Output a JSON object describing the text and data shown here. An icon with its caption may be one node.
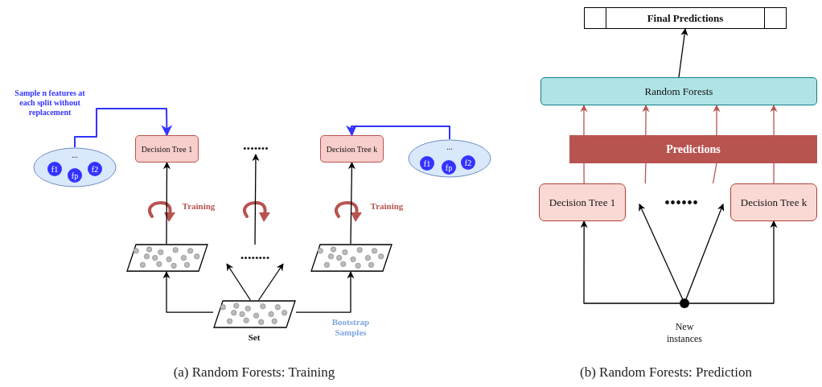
{
  "diagram": {
    "nodes": [
      {
        "text": [
          "..."
        ]
      },
      {
        "text": [
          "f1"
        ],
        "in": 0
      },
      {
        "text": [
          "fp"
        ],
        "in": 0
      },
      {
        "text": [
          "f2"
        ],
        "in": 0
      },
      {
        "text": [
          "Decision Tree 1"
        ]
      },
      {
        "text": [
          "•••••••"
        ]
      },
      {
        "text": [
          "Decision Tree k"
        ]
      },
      {
        "text": [
          "..."
        ]
      },
      {
        "text": [
          "f1"
        ],
        "in": 7
      },
      {
        "text": [
          "fp"
        ],
        "in": 7
      },
      {
        "text": [
          "f2"
        ],
        "in": 7
      },
      {
        "text": [],
        "shape": "parallelogram"
      },
      {
        "text": [
          "••••••••"
        ]
      },
      {
        "text": [],
        "shape": "parallelogram"
      },
      {
        "text": [],
        "shape": "parallelogram",
        "beside": [
          "Set"
        ]
      },
      {
        "text": [
          "Final Predictions"
        ]
      },
      {
        "text": [
          "Random Forests"
        ]
      },
      {
        "text": [
          "Predictions"
        ]
      },
      {
        "text": [
          "Decision Tree 1"
        ]
      },
      {
        "text": [
          "••••••"
        ]
      },
      {
        "text": [
          "Decision Tree k"
        ]
      },
      {
        "text": [],
        "shape": "circle",
        "beside": [
          "New instances"
        ]
      }
    ],
    "edges": [
      {
        "from": 0,
        "to": 4,
        "arrow": "to",
        "label": "Sample n features at each split without replacement",
        "color": "#3333ff"
      },
      {
        "from": 7,
        "to": 6,
        "arrow": "to",
        "color": "#3333ff"
      },
      {
        "from": 11,
        "to": 4,
        "arrow": "to"
      },
      {
        "from": 12,
        "to": 5,
        "arrow": "to"
      },
      {
        "from": 13,
        "to": 6,
        "arrow": "to"
      },
      {
        "from": 14,
        "to": 11,
        "arrow": "to"
      },
      {
        "from": 14,
        "to": 13,
        "arrow": "to"
      },
      {
        "from": 14,
        "to": 12,
        "arrow": "to"
      },
      {
        "from": 14,
        "to": 12,
        "arrow": "to"
      },
      {
        "from": 16,
        "to": 15,
        "arrow": "to"
      },
      {
        "from": 18,
        "to": 17,
        "arrow": "none",
        "color": "#b85450"
      },
      {
        "from": 19,
        "to": 17,
        "arrow": "none",
        "color": "#b85450"
      },
      {
        "from": 19,
        "to": 17,
        "arrow": "none",
        "color": "#b85450"
      },
      {
        "from": 20,
        "to": 17,
        "arrow": "none",
        "color": "#b85450"
      },
      {
        "from": 17,
        "to": 16,
        "arrow": "to",
        "color": "#b85450"
      },
      {
        "from": 17,
        "to": 16,
        "arrow": "to",
        "color": "#b85450"
      },
      {
        "from": 17,
        "to": 16,
        "arrow": "to",
        "color": "#b85450"
      },
      {
        "from": 17,
        "to": 16,
        "arrow": "to",
        "color": "#b85450"
      },
      {
        "from": 21,
        "to": 18,
        "arrow": "to"
      },
      {
        "from": 21,
        "to": 19,
        "arrow": "to"
      },
      {
        "from": 21,
        "to": 19,
        "arrow": "to"
      },
      {
        "from": 21,
        "to": 20,
        "arrow": "to"
      }
    ],
    "labels": [
      "Training",
      "Training",
      "Bootstrap Samples",
      "(a) Random Forests: Training",
      "(b) Random Forests: Prediction"
    ]
  }
}
